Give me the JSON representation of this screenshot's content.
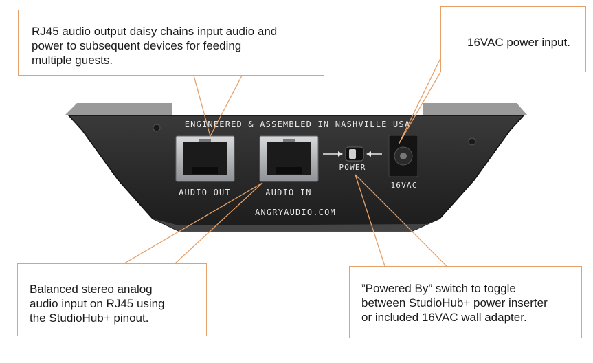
{
  "callouts": {
    "rj45_output": "RJ45 audio output daisy chains input audio and\npower to subsequent devices for feeding\nmultiple guests.",
    "power_input": "16VAC power input.",
    "balanced_input": "Balanced stereo analog\naudio input on RJ45 using\nthe StudioHub+ pinout.",
    "powered_by_switch": "”Powered By” switch to toggle\nbetween StudioHub+ power inserter\nor included 16VAC wall adapter."
  },
  "device": {
    "top_label": "ENGINEERED & ASSEMBLED IN NASHVILLE USA",
    "audio_out_label": "AUDIO OUT",
    "audio_in_label": "AUDIO IN",
    "power_label": "POWER",
    "dc_label": "16VAC",
    "website": "ANGRYAUDIO.COM"
  },
  "colors": {
    "callout_border": "#e6a16a",
    "leader_line": "#e6a16a",
    "device_body": "#2b2b2b",
    "port_metal": "#b9bcbf"
  }
}
